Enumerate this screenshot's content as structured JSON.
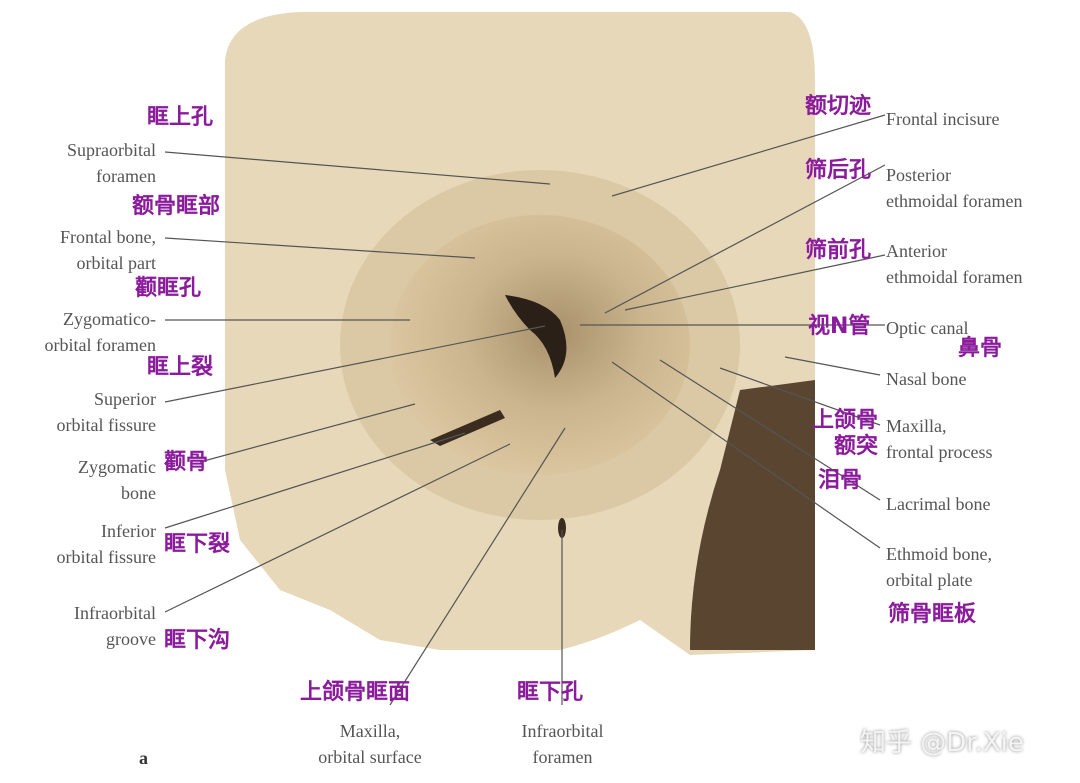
{
  "figure_letter": "a",
  "watermark": "知乎 @Dr.Xie",
  "colors": {
    "bone": "#e7d8b9",
    "orbit": "#cdb78f",
    "cavity": "#2a2018",
    "chinese_label": "#8b1a9c",
    "english_label": "#555555"
  },
  "labels_left": [
    {
      "en": "Supraorbital\nforamen",
      "zh": "眶上孔"
    },
    {
      "en": "Frontal bone,\norbital part",
      "zh": "额骨眶部"
    },
    {
      "en": "Zygomatico-\norbital foramen",
      "zh": "颧眶孔"
    },
    {
      "en": "Superior\norbital fissure",
      "zh": "眶上裂"
    },
    {
      "en": "Zygomatic\nbone",
      "zh": "颧骨"
    },
    {
      "en": "Inferior\norbital fissure",
      "zh": "眶下裂"
    },
    {
      "en": "Infraorbital\ngroove",
      "zh": "眶下沟"
    }
  ],
  "labels_bottom": [
    {
      "en": "Maxilla,\norbital surface",
      "zh": "上颌骨眶面"
    },
    {
      "en": "Infraorbital\nforamen",
      "zh": "眶下孔"
    }
  ],
  "labels_right": [
    {
      "en": "Frontal incisure",
      "zh": "额切迹"
    },
    {
      "en": "Posterior\nethmoidal foramen",
      "zh": "筛后孔"
    },
    {
      "en": "Anterior\nethmoidal foramen",
      "zh": "筛前孔"
    },
    {
      "en": "Optic canal",
      "zh": "视N管"
    },
    {
      "en": "Nasal bone",
      "zh": "鼻骨"
    },
    {
      "en": "Maxilla,\nfrontal process",
      "zh": "上颌骨额突"
    },
    {
      "en": "Lacrimal bone",
      "zh": "泪骨"
    },
    {
      "en": "Ethmoid bone,\norbital plate",
      "zh": "筛骨眶板"
    }
  ]
}
